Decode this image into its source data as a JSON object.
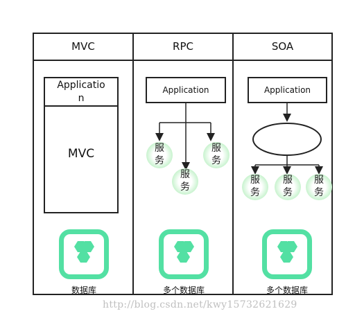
{
  "columns": [
    {
      "header": "MVC"
    },
    {
      "header": "RPC"
    },
    {
      "header": "SOA"
    }
  ],
  "mvc": {
    "app_label_line1": "Applicatio",
    "app_label_line2": "n",
    "mvc_label": "MVC",
    "db_label": "数据库"
  },
  "rpc": {
    "app_label": "Application",
    "service_line1": "服",
    "service_line2": "务",
    "db_label": "多个数据库"
  },
  "soa": {
    "app_label": "Application",
    "service_line1": "服",
    "service_line2": "务",
    "db_label": "多个数据库"
  },
  "watermark": "http://blog.csdn.net/kwy15732621629",
  "colors": {
    "db_icon": "#53e0a3",
    "service_glow": "#c9f3cf",
    "line": "#222222"
  },
  "icons": {
    "database": "database-icon"
  }
}
